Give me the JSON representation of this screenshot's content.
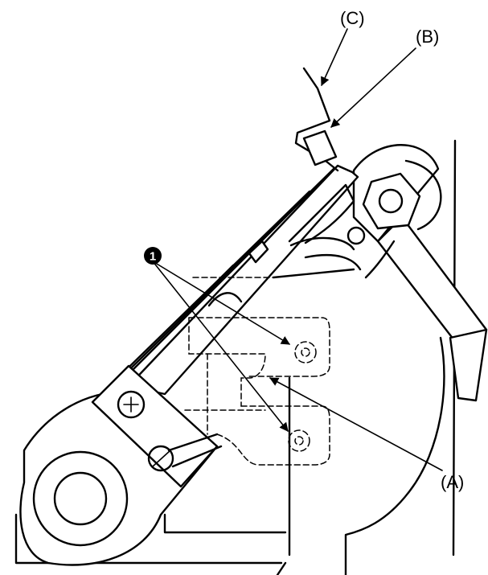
{
  "labels": {
    "c": "(C)",
    "b": "(B)",
    "a": "(A)",
    "marker": "1"
  }
}
